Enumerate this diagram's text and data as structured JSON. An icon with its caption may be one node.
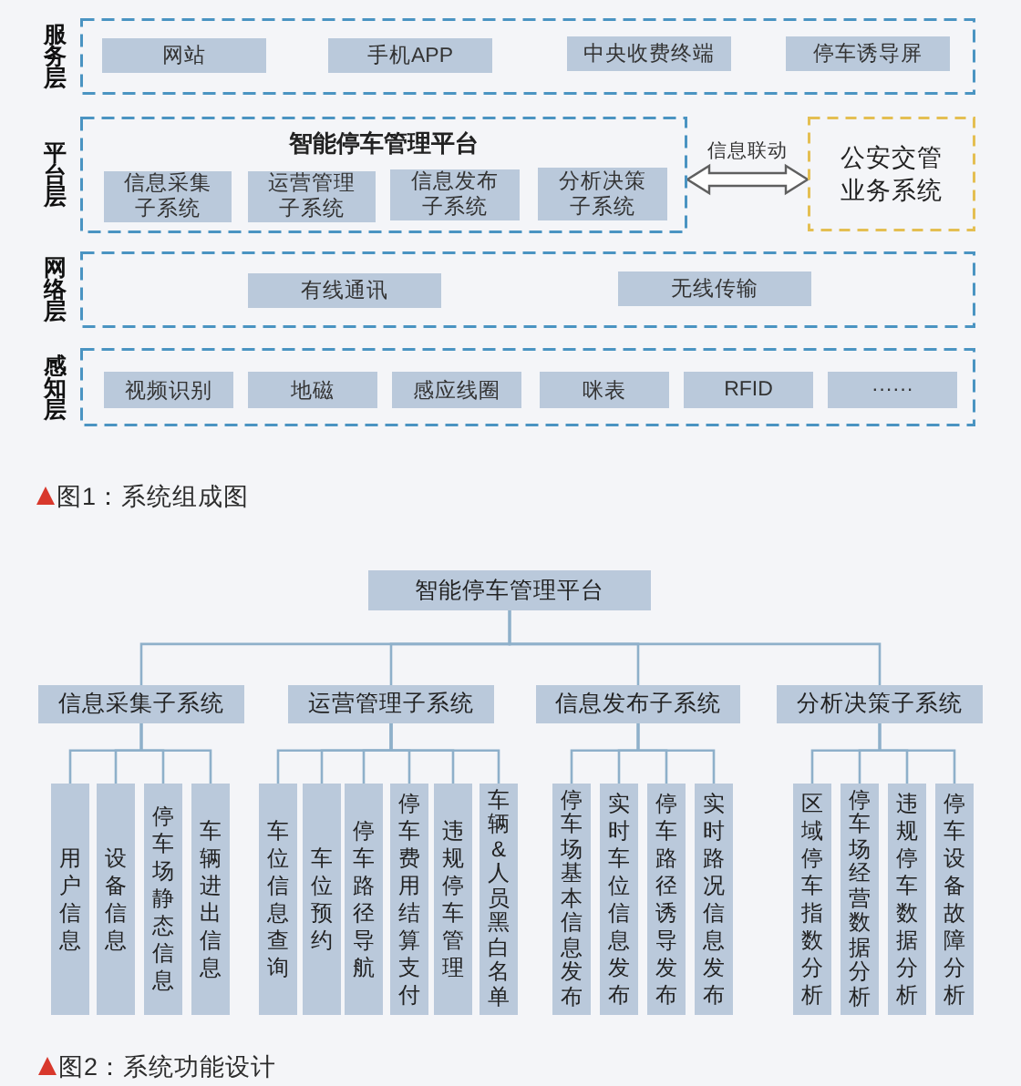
{
  "diagram": {
    "nodes": [
      {
        "text": [
          "服务层"
        ]
      },
      {
        "text": [
          "网站"
        ],
        "in": 0
      },
      {
        "text": [
          "手机APP"
        ],
        "in": 0
      },
      {
        "text": [
          "中央收费终端"
        ],
        "in": 0
      },
      {
        "text": [
          "停车诱导屏"
        ],
        "in": 0
      },
      {
        "text": [
          "平台层",
          "智能停车管理平台"
        ]
      },
      {
        "text": [
          "信息采集子系统"
        ],
        "in": 5
      },
      {
        "text": [
          "运营管理子系统"
        ],
        "in": 5
      },
      {
        "text": [
          "信息发布子系统"
        ],
        "in": 5
      },
      {
        "text": [
          "分析决策子系统"
        ],
        "in": 5
      },
      {
        "text": [
          "公安交管业务系统"
        ]
      },
      {
        "text": [
          "网络层"
        ]
      },
      {
        "text": [
          "有线通讯"
        ],
        "in": 11
      },
      {
        "text": [
          "无线传输"
        ],
        "in": 11
      },
      {
        "text": [
          "感知层"
        ]
      },
      {
        "text": [
          "视频识别"
        ],
        "in": 14
      },
      {
        "text": [
          "地磁"
        ],
        "in": 14
      },
      {
        "text": [
          "感应线圈"
        ],
        "in": 14
      },
      {
        "text": [
          "咪表"
        ],
        "in": 14
      },
      {
        "text": [
          "RFID"
        ],
        "in": 14
      },
      {
        "text": [
          "······"
        ],
        "in": 14
      },
      {
        "text": [
          "智能停车管理平台"
        ]
      },
      {
        "text": [
          "信息采集子系统"
        ]
      },
      {
        "text": [
          "运营管理子系统"
        ]
      },
      {
        "text": [
          "信息发布子系统"
        ]
      },
      {
        "text": [
          "分析决策子系统"
        ]
      },
      {
        "text": [
          "用户信息"
        ]
      },
      {
        "text": [
          "设备信息"
        ]
      },
      {
        "text": [
          "停车场静态信息"
        ]
      },
      {
        "text": [
          "车辆进出信息"
        ]
      },
      {
        "text": [
          "车位信息查询"
        ]
      },
      {
        "text": [
          "车位预约"
        ]
      },
      {
        "text": [
          "停车路径导航"
        ]
      },
      {
        "text": [
          "停车费用结算支付"
        ]
      },
      {
        "text": [
          "违规停车管理"
        ]
      },
      {
        "text": [
          "车辆&人员黑白名单"
        ]
      },
      {
        "text": [
          "停车场基本信息发布"
        ]
      },
      {
        "text": [
          "实时车位信息发布"
        ]
      },
      {
        "text": [
          "停车路径诱导发布"
        ]
      },
      {
        "text": [
          "实时路况信息发布"
        ]
      },
      {
        "text": [
          "区域停车指数分析"
        ]
      },
      {
        "text": [
          "停车场经营数据分析"
        ]
      },
      {
        "text": [
          "违规停车数据分析"
        ]
      },
      {
        "text": [
          "停车设备故障分析"
        ]
      }
    ],
    "edges": [
      {
        "from": 5,
        "to": 10,
        "arrow": "both",
        "label": "信息联动"
      },
      {
        "from": 21,
        "to": 22,
        "arrow": "none"
      },
      {
        "from": 21,
        "to": 23,
        "arrow": "none"
      },
      {
        "from": 21,
        "to": 24,
        "arrow": "none"
      },
      {
        "from": 21,
        "to": 25,
        "arrow": "none"
      },
      {
        "from": 22,
        "to": 26,
        "arrow": "none"
      },
      {
        "from": 22,
        "to": 27,
        "arrow": "none"
      },
      {
        "from": 22,
        "to": 28,
        "arrow": "none"
      },
      {
        "from": 22,
        "to": 29,
        "arrow": "none"
      },
      {
        "from": 23,
        "to": 30,
        "arrow": "none"
      },
      {
        "from": 23,
        "to": 31,
        "arrow": "none"
      },
      {
        "from": 23,
        "to": 32,
        "arrow": "none"
      },
      {
        "from": 23,
        "to": 33,
        "arrow": "none"
      },
      {
        "from": 23,
        "to": 34,
        "arrow": "none"
      },
      {
        "from": 23,
        "to": 35,
        "arrow": "none"
      },
      {
        "from": 24,
        "to": 36,
        "arrow": "none"
      },
      {
        "from": 24,
        "to": 37,
        "arrow": "none"
      },
      {
        "from": 24,
        "to": 38,
        "arrow": "none"
      },
      {
        "from": 24,
        "to": 39,
        "arrow": "none"
      },
      {
        "from": 25,
        "to": 40,
        "arrow": "none"
      },
      {
        "from": 25,
        "to": 41,
        "arrow": "none"
      },
      {
        "from": 25,
        "to": 42,
        "arrow": "none"
      },
      {
        "from": 25,
        "to": 43,
        "arrow": "none"
      }
    ],
    "labels": [
      "图1：系统组成图",
      "图2：系统功能设计"
    ]
  }
}
